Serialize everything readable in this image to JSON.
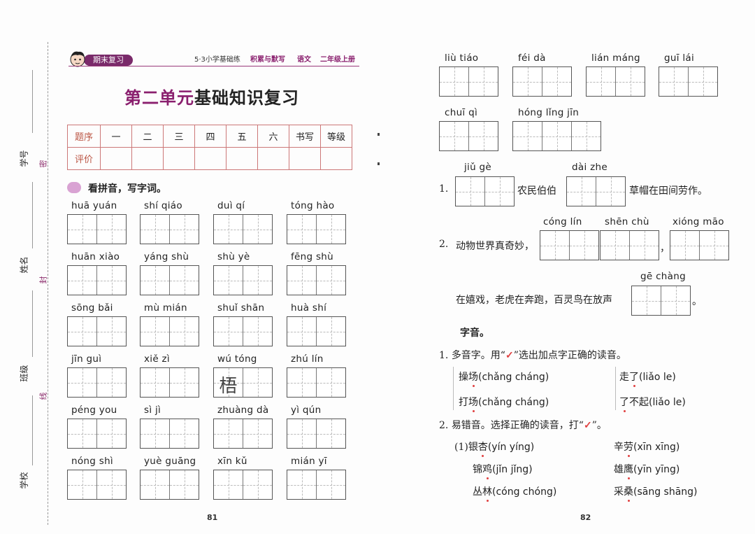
{
  "binding": {
    "labels": [
      "学号",
      "姓名",
      "班级",
      "学校"
    ],
    "marks": [
      "密",
      "封",
      "线"
    ]
  },
  "header": {
    "badge": "期末复习",
    "series": "5·3小学基础练",
    "sub1": "积累与默写",
    "sub2": "语文",
    "sub3": "二年级上册"
  },
  "title": {
    "part1": "第二单元",
    "part2": "基础知识复习"
  },
  "grade_table": {
    "row1": [
      "题序",
      "一",
      "二",
      "三",
      "四",
      "五",
      "六",
      "书写",
      "等级"
    ],
    "row2_label": "评价"
  },
  "section1": {
    "title": "看拼音，写字词。",
    "words": [
      {
        "py": "huā yuán",
        "chars": [
          "",
          ""
        ]
      },
      {
        "py": "shí qiáo",
        "chars": [
          "",
          ""
        ]
      },
      {
        "py": "duì qí",
        "chars": [
          "",
          ""
        ]
      },
      {
        "py": "tóng hào",
        "chars": [
          "",
          ""
        ]
      },
      {
        "py": "huān xiào",
        "chars": [
          "",
          ""
        ]
      },
      {
        "py": "yáng shù",
        "chars": [
          "",
          ""
        ]
      },
      {
        "py": "shù yè",
        "chars": [
          "",
          ""
        ]
      },
      {
        "py": "fēng shù",
        "chars": [
          "",
          ""
        ]
      },
      {
        "py": "sōng bǎi",
        "chars": [
          "",
          ""
        ]
      },
      {
        "py": "mù mián",
        "chars": [
          "",
          ""
        ]
      },
      {
        "py": "shuǐ shān",
        "chars": [
          "",
          ""
        ]
      },
      {
        "py": "huà shí",
        "chars": [
          "",
          ""
        ]
      },
      {
        "py": "jīn guì",
        "chars": [
          "",
          ""
        ]
      },
      {
        "py": "xiě zì",
        "chars": [
          "",
          ""
        ]
      },
      {
        "py": "wú tóng",
        "chars": [
          "梧",
          ""
        ]
      },
      {
        "py": "zhú lín",
        "chars": [
          "",
          ""
        ]
      },
      {
        "py": "péng you",
        "chars": [
          "",
          ""
        ]
      },
      {
        "py": "sì jì",
        "chars": [
          "",
          ""
        ]
      },
      {
        "py": "zhuàng dà",
        "chars": [
          "",
          ""
        ]
      },
      {
        "py": "yì qún",
        "chars": [
          "",
          ""
        ]
      },
      {
        "py": "nóng shì",
        "chars": [
          "",
          ""
        ]
      },
      {
        "py": "yuè guāng",
        "chars": [
          "",
          ""
        ]
      },
      {
        "py": "xīn kǔ",
        "chars": [
          "",
          ""
        ]
      },
      {
        "py": "mián yī",
        "chars": [
          "",
          ""
        ]
      }
    ]
  },
  "right_words": [
    {
      "py": "liù tiáo"
    },
    {
      "py": "féi dà"
    },
    {
      "py": "lián máng"
    },
    {
      "py": "guī lái"
    },
    {
      "py": "chuī qì"
    },
    {
      "py": "hóng lǐng jīn"
    }
  ],
  "sentences": {
    "s1_num": "1.",
    "s1_py1": "jiǔ gè",
    "s1_text1": "农民伯伯",
    "s1_py2": "dài zhe",
    "s1_text2": "草帽在田间劳作。",
    "s2_num": "2.",
    "s2_text1": "动物世界真奇妙，",
    "s2_py1": "cóng lín",
    "s2_py2": "shēn chù",
    "s2_comma": "，",
    "s2_py3": "xióng māo",
    "s2_text2": "在嬉戏，老虎在奔跑，百灵鸟在放声",
    "s2_py4": "gē chàng",
    "s2_end": "。"
  },
  "section2": {
    "title": "字音。",
    "q1_num": "1.",
    "q1_a": "多音字。用“",
    "q1_check": "✓",
    "q1_b": "”选出加点字正确的读音。",
    "q1_items": [
      {
        "w1": "操",
        "w2": "场",
        "opts": "(chǎng  cháng)"
      },
      {
        "w1": "走",
        "w2": "了",
        "opts": "(liǎo   le)"
      },
      {
        "w1": "打",
        "w2": "场",
        "opts": "(chǎng  cháng)"
      },
      {
        "w1": "了",
        "w2": "不起",
        "opts": "(liǎo   le)"
      }
    ],
    "q2_num": "2.",
    "q2_a": "易错音。选择正确的读音，打“",
    "q2_check": "✓",
    "q2_b": "”。",
    "q2_prefix": "(1)",
    "q2_items": [
      {
        "w1": "银",
        "w2": "杏",
        "opts": "(yín  yíng)"
      },
      {
        "w1": "辛",
        "w2": "劳",
        "opts": "(xīn  xīng)"
      },
      {
        "w1": "锦",
        "w2": "鸡",
        "opts": "(jǐn  jǐng)"
      },
      {
        "w1": "雄",
        "w2": "鹰",
        "opts": "(yīn  yīng)"
      },
      {
        "w1": "丛",
        "w2": "林",
        "opts": "(cóng  chóng)"
      },
      {
        "w1": "采",
        "w2": "桑",
        "opts": "(sāng  shāng)"
      }
    ]
  },
  "page_numbers": {
    "left": "81",
    "right": "82"
  }
}
